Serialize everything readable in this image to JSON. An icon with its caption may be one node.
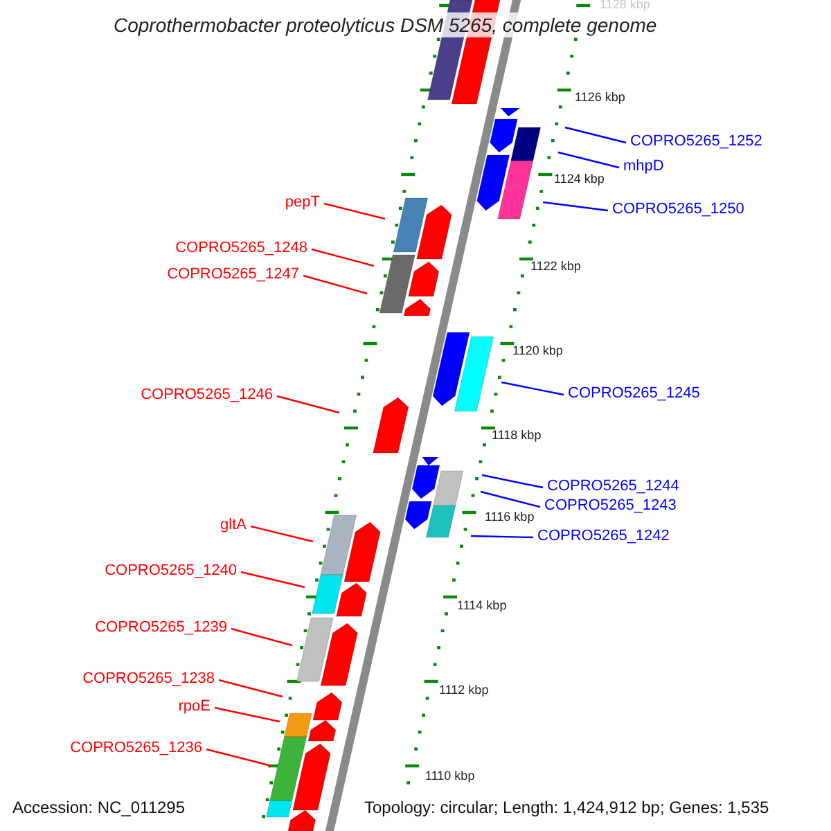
{
  "diagram": {
    "title": "Coprothermobacter proteolyticus DSM 5265, complete genome",
    "nodes": [
      {
        "text": [
          "pepT"
        ]
      },
      {
        "text": [
          "COPRO5265_1248"
        ]
      },
      {
        "text": [
          "COPRO5265_1247"
        ]
      },
      {
        "text": [
          "COPRO5265_1246"
        ]
      },
      {
        "text": [
          "gltA"
        ]
      },
      {
        "text": [
          "COPRO5265_1240"
        ]
      },
      {
        "text": [
          "COPRO5265_1239"
        ]
      },
      {
        "text": [
          "COPRO5265_1238"
        ]
      },
      {
        "text": [
          "rpoE"
        ]
      },
      {
        "text": [
          "COPRO5265_1236"
        ]
      },
      {
        "text": [
          "COPRO5265_1252"
        ]
      },
      {
        "text": [
          "mhpD"
        ]
      },
      {
        "text": [
          "COPRO5265_1250"
        ]
      },
      {
        "text": [
          "COPRO5265_1245"
        ]
      },
      {
        "text": [
          "COPRO5265_1244"
        ]
      },
      {
        "text": [
          "COPRO5265_1243"
        ]
      },
      {
        "text": [
          "COPRO5265_1242"
        ]
      }
    ],
    "edges": [
      {
        "from": 0,
        "to": null,
        "arrow": "none"
      },
      {
        "from": 1,
        "to": null,
        "arrow": "none"
      },
      {
        "from": 2,
        "to": null,
        "arrow": "none"
      },
      {
        "from": 3,
        "to": null,
        "arrow": "none"
      },
      {
        "from": 4,
        "to": null,
        "arrow": "none"
      },
      {
        "from": 5,
        "to": null,
        "arrow": "none"
      },
      {
        "from": 6,
        "to": null,
        "arrow": "none"
      },
      {
        "from": 7,
        "to": null,
        "arrow": "none"
      },
      {
        "from": 8,
        "to": null,
        "arrow": "none"
      },
      {
        "from": 9,
        "to": null,
        "arrow": "none"
      },
      {
        "from": 10,
        "to": null,
        "arrow": "none",
        "color": "#0000ff"
      },
      {
        "from": 11,
        "to": null,
        "arrow": "none",
        "color": "#0000ff"
      },
      {
        "from": 12,
        "to": null,
        "arrow": "none",
        "color": "#0000ff"
      },
      {
        "from": 13,
        "to": null,
        "arrow": "none",
        "color": "#0000ff"
      },
      {
        "from": 14,
        "to": null,
        "arrow": "none",
        "color": "#0000ff"
      },
      {
        "from": 15,
        "to": null,
        "arrow": "none",
        "color": "#0000ff"
      },
      {
        "from": 16,
        "to": null,
        "arrow": "none",
        "color": "#0000ff"
      }
    ],
    "labels": [
      "1128 kbp",
      "1126 kbp",
      "1124 kbp",
      "1122 kbp",
      "1120 kbp",
      "1118 kbp",
      "1116 kbp",
      "1114 kbp",
      "1112 kbp",
      "1110 kbp",
      "Accession: NC_011295",
      "Topology: circular; Length: 1,424,912 bp; Genes: 1,535"
    ]
  }
}
